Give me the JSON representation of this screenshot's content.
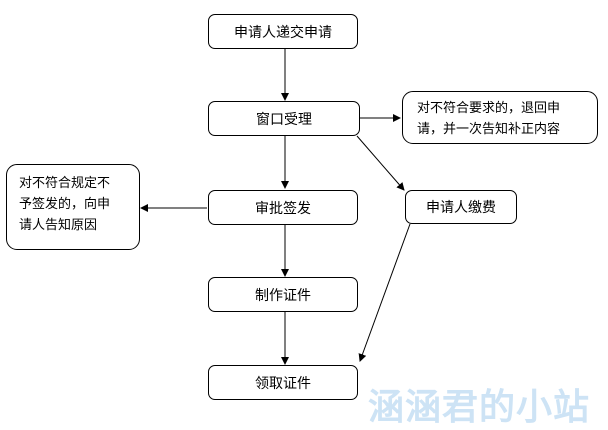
{
  "nodes": {
    "submit": "申请人递交申请",
    "accept": "窗口受理",
    "approve": "审批签发",
    "fee": "申请人缴费",
    "produce": "制作证件",
    "collect": "领取证件"
  },
  "notes": {
    "reject_incomplete": [
      "对不符合要求的，退回申",
      "请，并一次告知补正内容"
    ],
    "reject_noncompliant": [
      "对不符合规定不",
      "予签发的，向申",
      "请人告知原因"
    ]
  },
  "watermark": "涵涵君的小站"
}
